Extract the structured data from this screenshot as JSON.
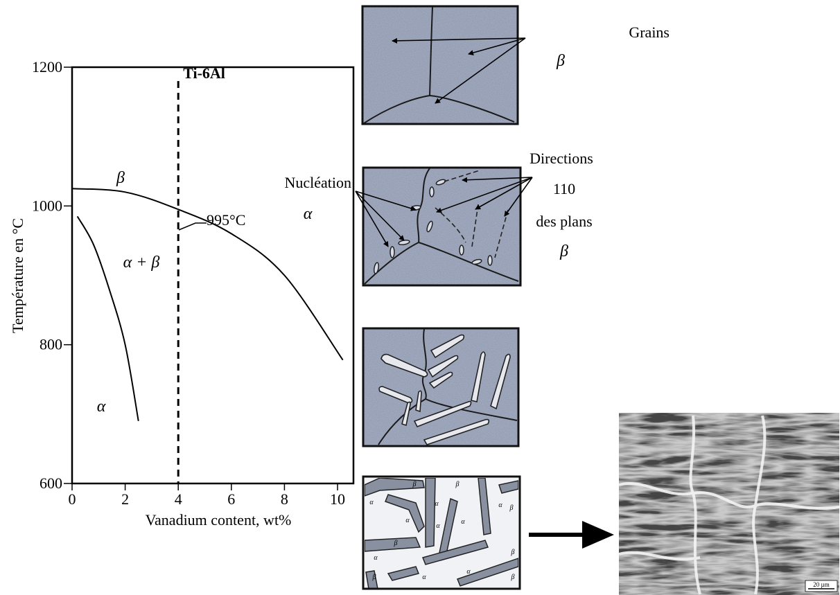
{
  "chart_data": {
    "type": "line",
    "ylabel": "Température en °C",
    "xlabel": "Vanadium content, wt%",
    "x_ticks": [
      "0",
      "2",
      "4",
      "6",
      "8",
      "10"
    ],
    "y_ticks": [
      "1200",
      "1000",
      "800",
      "600"
    ],
    "xlim": [
      0,
      10.6
    ],
    "ylim": [
      600,
      1200
    ],
    "series": [
      {
        "points": [
          [
            0,
            1025
          ],
          [
            2,
            1020
          ],
          [
            4,
            995
          ],
          [
            6,
            960
          ],
          [
            8,
            900
          ],
          [
            10.2,
            778
          ]
        ]
      },
      {
        "points": [
          [
            0.2,
            985
          ],
          [
            0.8,
            945
          ],
          [
            1.4,
            880
          ],
          [
            2.0,
            800
          ],
          [
            2.5,
            690
          ]
        ]
      }
    ],
    "vline": {
      "x": 4,
      "label": "Ti-6Al"
    },
    "temperature_label": "995°C",
    "region_labels": {
      "beta": "β",
      "alpha_right": "α",
      "alpha_beta": "α + β",
      "alpha_low": "α"
    }
  },
  "micro": {
    "panel1": {
      "label": "Grains",
      "phase": "β"
    },
    "panel2": {
      "left_label": "Nucléation",
      "right_lines": [
        "Directions",
        "110",
        "des plans",
        "β"
      ]
    },
    "panel4": {
      "alpha": "α",
      "beta": "β"
    },
    "scale_bar": "20 µm"
  },
  "colors": {
    "micrograph_fill": "#a9b2c6",
    "line": "#1a1a1a"
  }
}
